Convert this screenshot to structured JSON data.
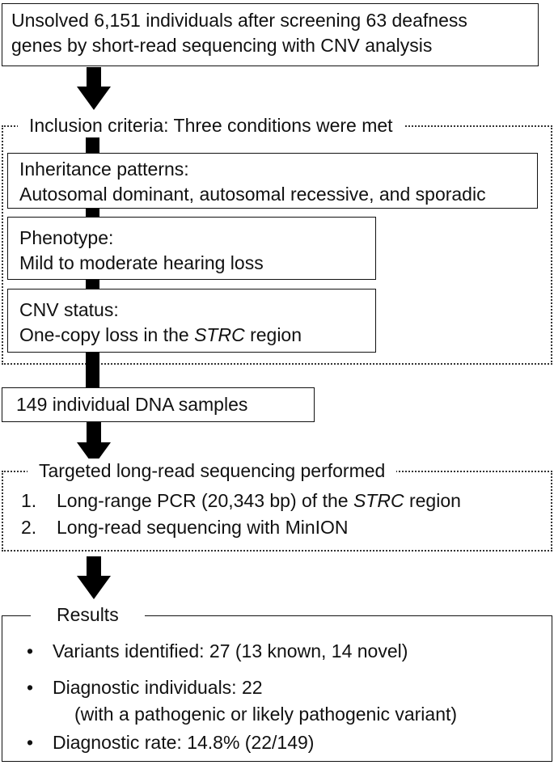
{
  "start_box": {
    "line1": "Unsolved 6,151 individuals after screening 63 deafness",
    "line2": "genes by short-read sequencing with CNV analysis"
  },
  "criteria": {
    "title": "Inclusion criteria: Three conditions were met",
    "inheritance": {
      "label": "Inheritance patterns:",
      "value": "Autosomal dominant, autosomal recessive, and sporadic"
    },
    "phenotype": {
      "label": "Phenotype:",
      "value": "Mild to moderate hearing loss"
    },
    "cnv": {
      "label": "CNV status:",
      "value_pre": "One-copy loss in the ",
      "value_gene": "STRC",
      "value_post": " region"
    }
  },
  "samples_box": {
    "text": "149 individual DNA samples"
  },
  "sequencing": {
    "title": "Targeted long-read sequencing performed",
    "step1_num": "1.",
    "step1_pre": "Long-range PCR (20,343 bp) of the ",
    "step1_gene": "STRC",
    "step1_post": " region",
    "step2_num": "2.",
    "step2": "Long-read sequencing with MinION"
  },
  "results": {
    "title": "Results",
    "bullet": "•",
    "item1": "Variants identified: 27 (13 known, 14 novel)",
    "item2": "Diagnostic individuals: 22",
    "item2_sub": "(with a pathogenic or likely pathogenic variant)",
    "item3": "Diagnostic rate: 14.8% (22/149)"
  }
}
